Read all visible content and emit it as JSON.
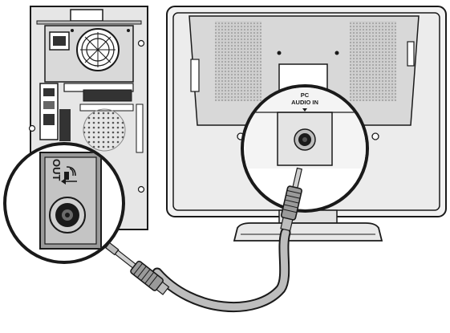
{
  "diagram": {
    "monitor_label": {
      "line1": "PC",
      "line2": "AUDIO IN"
    },
    "pc_port_label": "OUT",
    "colors": {
      "outline": "#1a1a1a",
      "panel_gray": "#d9d9d9",
      "body_gray": "#e6e6e6",
      "port_gray": "#9a9a9a",
      "cable_gray": "#bdbdbd",
      "background": "#ffffff"
    },
    "icons": [
      "headphone-icon",
      "arrow-down-icon"
    ]
  }
}
